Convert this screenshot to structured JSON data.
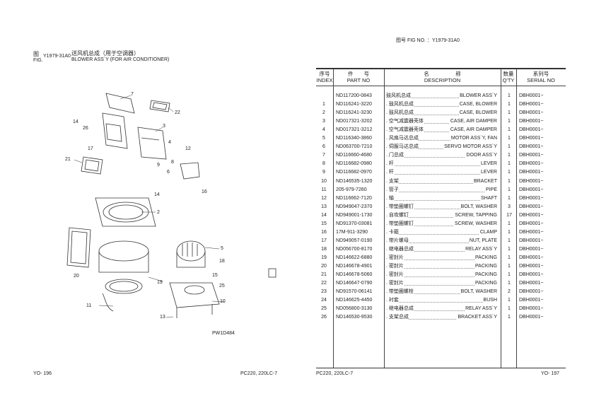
{
  "left_page": {
    "fig_label_cn": "图",
    "fig_label_en": "FIG.",
    "fig_no": "Y1979-31A0",
    "title_cn": "送风机总成（用于空调器）",
    "title_en": "BLOWER ASS`Y (FOR AIR CONDITIONER)",
    "drawing_code": "PW1D484",
    "page_no": "YO- 196",
    "model": "PC220, 220LC-7",
    "callouts": [
      "7",
      "22",
      "3",
      "14",
      "26",
      "4",
      "17",
      "12",
      "21",
      "9",
      "8",
      "6",
      "16",
      "14",
      "2",
      "5",
      "18",
      "20",
      "19",
      "25",
      "11",
      "10",
      "13",
      "15"
    ]
  },
  "right_page": {
    "fig_header": "图号  FIG NO.  ：Y1979-31A0",
    "page_no": "YO- 197",
    "model": "PC220, 220LC-7",
    "headers": {
      "index_cn": "序号",
      "index_en": "INDEX",
      "part_cn": "件　　号",
      "part_en": "PART NO",
      "desc_cn": "名　　　　　称",
      "desc_en": "DESCRIPTION",
      "qty_cn": "数量",
      "qty_en": "Q'TY",
      "serial_cn": "系列号",
      "serial_en": "SERIAL NO"
    },
    "rows": [
      {
        "index": "",
        "part_no": "ND117200-0843",
        "name_cn": "鼓风机总成",
        "name_en": "BLOWER ASS`Y",
        "qty": "1",
        "serial": "DBH0001~"
      },
      {
        "index": "1",
        "part_no": "ND116241-3220",
        "name_cn": ". 鼓风机总成",
        "name_en": "CASE, BLOWER",
        "qty": "1",
        "serial": "DBH0001~"
      },
      {
        "index": "2",
        "part_no": "ND116241-3230",
        "name_cn": ". 鼓风机总成",
        "name_en": "CASE, BLOWER",
        "qty": "1",
        "serial": "DBH0001~"
      },
      {
        "index": "3",
        "part_no": "ND017321-3202",
        "name_cn": ". 空气减震器壳体",
        "name_en": "CASE, AIR DAMPER",
        "qty": "1",
        "serial": "DBH0001~"
      },
      {
        "index": "4",
        "part_no": "ND017321-3212",
        "name_cn": ". 空气减震器壳体",
        "name_en": "CASE, AIR DAMPER",
        "qty": "1",
        "serial": "DBH0001~"
      },
      {
        "index": "5",
        "part_no": "ND116340-3860",
        "name_cn": ". 风扇马达总成",
        "name_en": "MOTOR ASS`Y, FAN",
        "qty": "1",
        "serial": "DBH0001~"
      },
      {
        "index": "6",
        "part_no": "ND063700-7210",
        "name_cn": ". 伺服马达总成",
        "name_en": "SERVO MOTOR ASS`Y",
        "qty": "1",
        "serial": "DBH0001~"
      },
      {
        "index": "7",
        "part_no": "ND116660-4680",
        "name_cn": ". 门总成",
        "name_en": "DOOR ASS`Y",
        "qty": "1",
        "serial": "DBH0001~"
      },
      {
        "index": "8",
        "part_no": "ND116682-0980",
        "name_cn": ". 杆",
        "name_en": "LEVER",
        "qty": "1",
        "serial": "DBH0001~"
      },
      {
        "index": "9",
        "part_no": "ND116682-0970",
        "name_cn": ". 杆",
        "name_en": "LEVER",
        "qty": "1",
        "serial": "DBH0001~"
      },
      {
        "index": "10",
        "part_no": "ND146535-1320",
        "name_cn": ". 支架",
        "name_en": "BRACKET",
        "qty": "1",
        "serial": "DBH0001~"
      },
      {
        "index": "11",
        "part_no": "205-979-7260",
        "name_cn": ". 管子",
        "name_en": "PIPE",
        "qty": "1",
        "serial": "DBH0001~"
      },
      {
        "index": "12",
        "part_no": "ND116662-7120",
        "name_cn": ". 轴",
        "name_en": "SHAFT",
        "qty": "1",
        "serial": "DBH0001~"
      },
      {
        "index": "13",
        "part_no": "ND949047-2370",
        "name_cn": ". 带垫圈螺钉",
        "name_en": "BOLT, WASHER",
        "qty": "3",
        "serial": "DBH0001~"
      },
      {
        "index": "14",
        "part_no": "ND949001-1730",
        "name_cn": ". 自攻螺钉",
        "name_en": "SCREW, TAPPING",
        "qty": "17",
        "serial": "DBH0001~"
      },
      {
        "index": "15",
        "part_no": "ND91370-03081",
        "name_cn": ". 带垫圈螺钉",
        "name_en": "SCREW, WASHER",
        "qty": "1",
        "serial": "DBH0001~"
      },
      {
        "index": "16",
        "part_no": "17M-911-3290",
        "name_cn": ". 卡箍",
        "name_en": "CLAMP",
        "qty": "1",
        "serial": "DBH0001~"
      },
      {
        "index": "17",
        "part_no": "ND949057-0190",
        "name_cn": ". 带片螺母",
        "name_en": "NUT, PLATE",
        "qty": "1",
        "serial": "DBH0001~"
      },
      {
        "index": "18",
        "part_no": "ND056700-8170",
        "name_cn": ". 继电器总成",
        "name_en": "RELAY ASS`Y",
        "qty": "1",
        "serial": "DBH0001~"
      },
      {
        "index": "19",
        "part_no": "ND146622-6880",
        "name_cn": ". 密封片",
        "name_en": "PACKING",
        "qty": "1",
        "serial": "DBH0001~"
      },
      {
        "index": "20",
        "part_no": "ND146678-4901",
        "name_cn": ". 密封片",
        "name_en": "PACKING",
        "qty": "1",
        "serial": "DBH0001~"
      },
      {
        "index": "21",
        "part_no": "ND146678-5060",
        "name_cn": ". 密封片",
        "name_en": "PACKING",
        "qty": "1",
        "serial": "DBH0001~"
      },
      {
        "index": "22",
        "part_no": "ND146647-0790",
        "name_cn": ". 密封片",
        "name_en": "PACKING",
        "qty": "1",
        "serial": "DBH0001~"
      },
      {
        "index": "23",
        "part_no": "ND91570-06141",
        "name_cn": ". 带垫圈螺栓",
        "name_en": "BOLT, WASHER",
        "qty": "2",
        "serial": "DBH0001~"
      },
      {
        "index": "24",
        "part_no": "ND146625-4450",
        "name_cn": ". 衬套",
        "name_en": "BUSH",
        "qty": "1",
        "serial": "DBH0001~"
      },
      {
        "index": "25",
        "part_no": "ND056800-3130",
        "name_cn": ". 继电器总成",
        "name_en": "RELAY ASS`Y",
        "qty": "1",
        "serial": "DBH0001~"
      },
      {
        "index": "26",
        "part_no": "ND146530-9530",
        "name_cn": ". 支架总成",
        "name_en": "BRACKET ASS`Y",
        "qty": "1",
        "serial": "DBH0001~"
      }
    ]
  }
}
